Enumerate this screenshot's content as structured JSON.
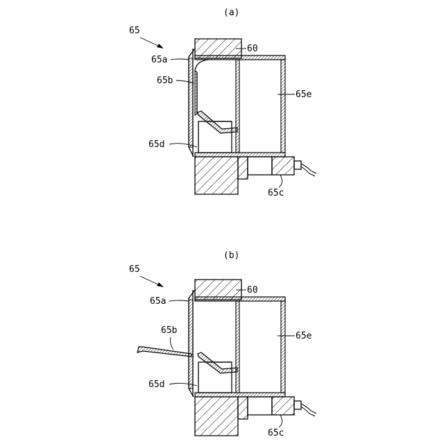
{
  "figure_a": {
    "caption": "(a)",
    "labels": {
      "ref_65": "65",
      "ref_60": "60",
      "ref_65a": "65a",
      "ref_65b": "65b",
      "ref_65e": "65e",
      "ref_65d": "65d",
      "ref_65c": "65c"
    }
  },
  "figure_b": {
    "caption": "(b)",
    "labels": {
      "ref_65": "65",
      "ref_60": "60",
      "ref_65a": "65a",
      "ref_65b": "65b",
      "ref_65e": "65e",
      "ref_65d": "65d",
      "ref_65c": "65c"
    }
  }
}
